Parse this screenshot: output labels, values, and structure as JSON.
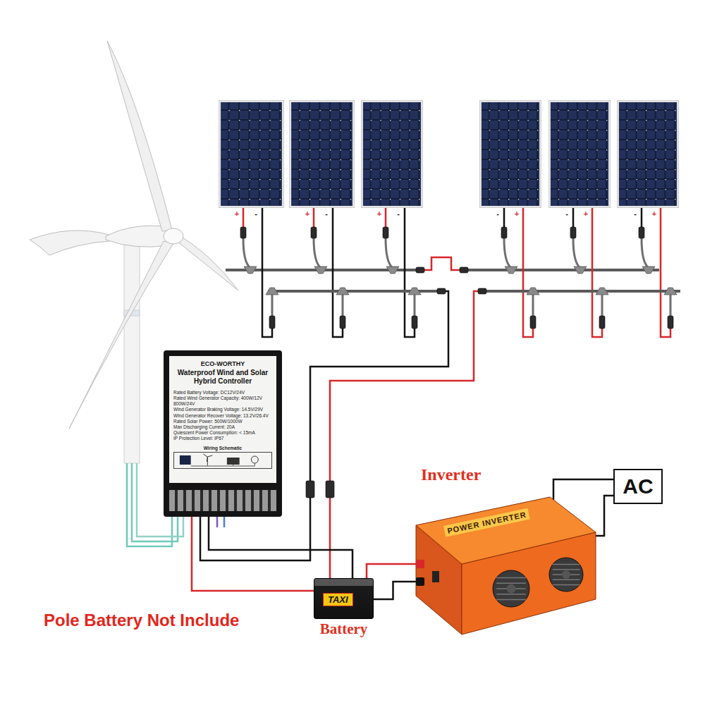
{
  "diagram": {
    "nodes": [
      {
        "text": [
          "ECO-WORTHY",
          "Waterproof Wind and Solar Hybrid Controller",
          "Rated Battery Voltage: DC12V/24V",
          "Rated Wind Generator Capacity: 400W/12V 800W/24V",
          "Wind Generator Braking Voltage: 14.5V/29V",
          "Wind Generator Recover Voltage: 13.2V/26.4V",
          "Rated Solar Power: 500W/1000W",
          "Max Discharging Current: 20A",
          "Quiescent Power Consumption: < 15mA",
          "IP Protection Level: IP67",
          "Wiring Schematic"
        ]
      },
      {
        "text": [
          "Inverter",
          "POWER INVERTER"
        ]
      },
      {
        "text": [
          "AC"
        ]
      },
      {
        "text": [
          "TAXI",
          "Battery"
        ]
      }
    ],
    "edges": [
      {
        "from": 0,
        "to": 3,
        "arrow": "none"
      },
      {
        "from": 0,
        "to": 3,
        "arrow": "none"
      },
      {
        "from": 3,
        "to": 1,
        "arrow": "none"
      },
      {
        "from": 3,
        "to": 1,
        "arrow": "none"
      },
      {
        "from": 1,
        "to": 2,
        "arrow": "none"
      },
      {
        "from": 1,
        "to": 2,
        "arrow": "none"
      }
    ],
    "labels": [
      "+",
      "-",
      "+",
      "-",
      "+",
      "-",
      "-",
      "+",
      "-",
      "+",
      "-",
      "+",
      "Pole Battery Not Include"
    ]
  }
}
